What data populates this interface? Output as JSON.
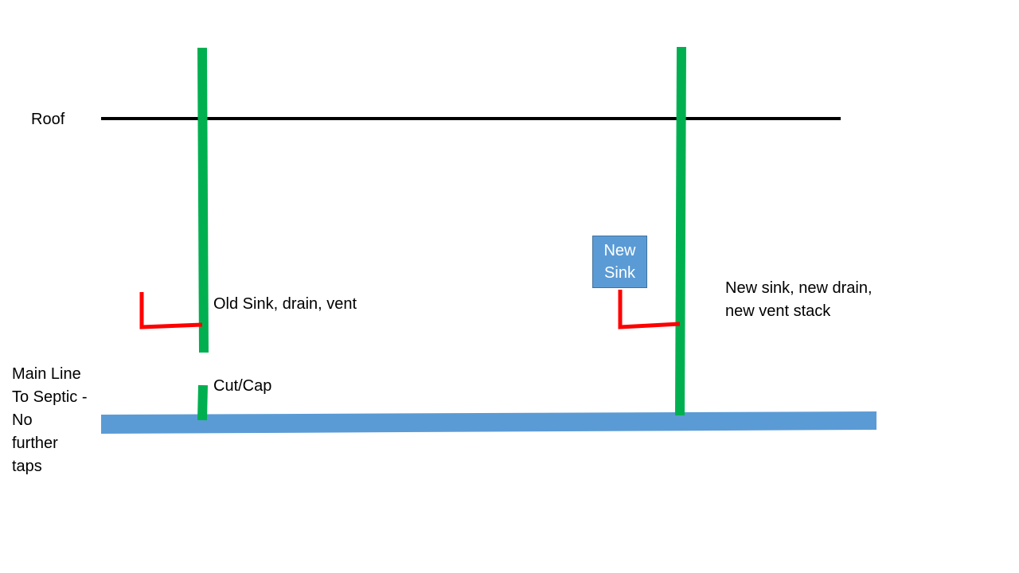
{
  "labels": {
    "roof": "Roof",
    "old_sink": "Old Sink, drain, vent",
    "cut_cap": "Cut/Cap",
    "new_sink_desc": [
      "New sink, new drain,",
      "new vent stack"
    ],
    "main_line": [
      "Main Line",
      "To Septic -",
      "No",
      "further",
      "taps"
    ],
    "new_sink_box": [
      "New",
      "Sink"
    ]
  },
  "colors": {
    "vent_pipe": "#00b050",
    "drain_trap": "#ff0000",
    "main_line": "#5b9bd5",
    "roof_line": "#000000",
    "sink_box": "#5b9bd5",
    "sink_box_border": "#41719c",
    "text": "#000000",
    "box_text": "#ffffff"
  }
}
